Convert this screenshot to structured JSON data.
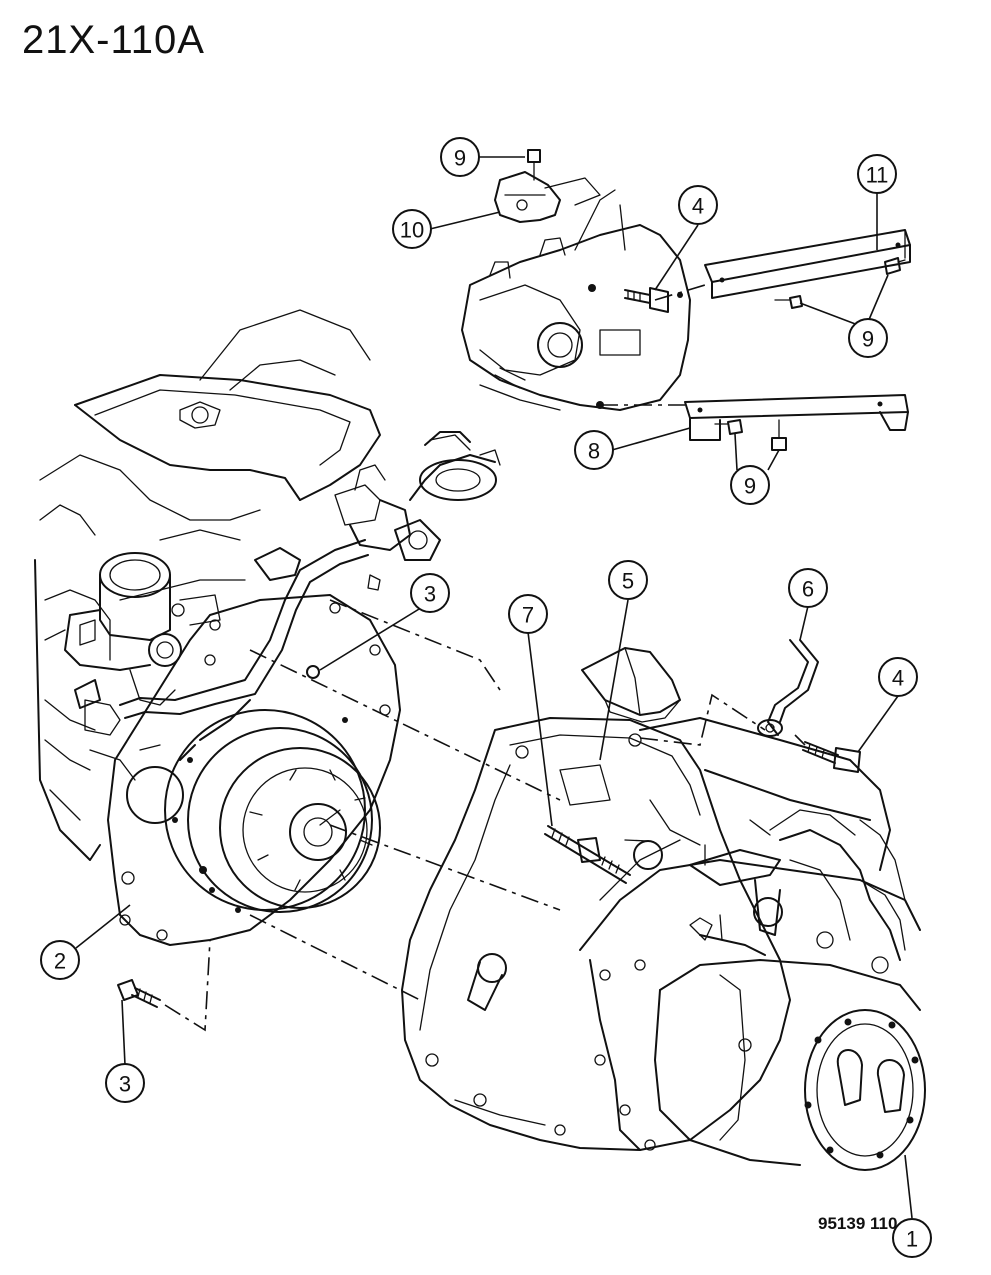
{
  "diagram_code": "21X-110A",
  "figure_number": "95139 110",
  "callouts": {
    "c1": "1",
    "c2": "2",
    "c3a": "3",
    "c3b": "3",
    "c4a": "4",
    "c4b": "4",
    "c5": "5",
    "c6": "6",
    "c7": "7",
    "c8": "8",
    "c9a": "9",
    "c9b": "9",
    "c9c": "9",
    "c10": "10",
    "c11": "11"
  }
}
